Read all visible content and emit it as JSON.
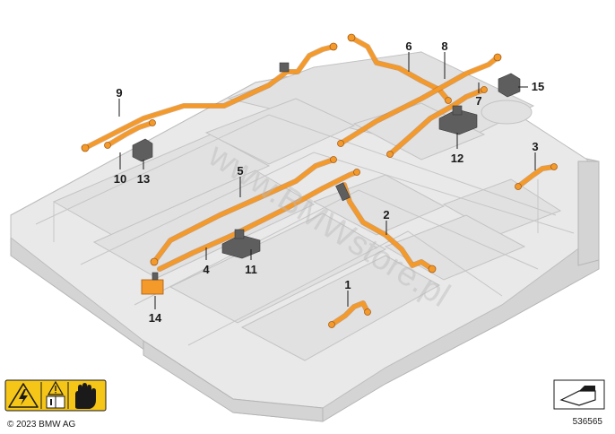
{
  "diagram": {
    "watermark": "www.BMWstore.pl",
    "copyright": "© 2023 BMW AG",
    "image_number": "536565",
    "callouts": [
      "1",
      "2",
      "3",
      "4",
      "5",
      "6",
      "7",
      "8",
      "9",
      "10",
      "11",
      "12",
      "13",
      "14",
      "15"
    ],
    "colors": {
      "cable": "#f39a2b",
      "tray": "#e9e9e9",
      "warning": "#f5c518"
    },
    "icons": [
      "high-voltage-warning-icon",
      "caution-read-manual-icon",
      "protective-gloves-icon",
      "image-orientation-icon"
    ]
  }
}
